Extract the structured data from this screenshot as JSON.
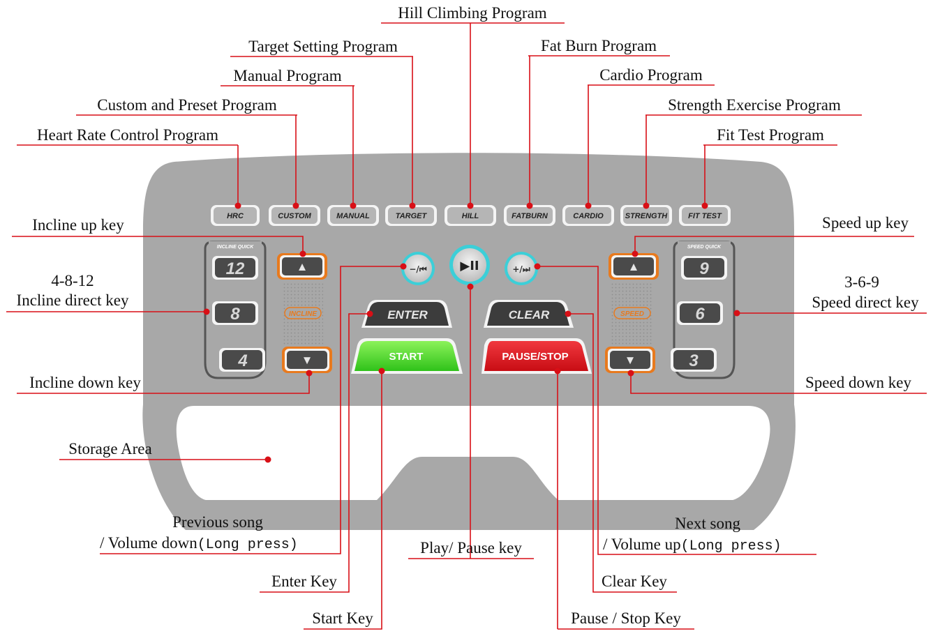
{
  "program_keys": [
    {
      "id": "hrc",
      "label": "HRC"
    },
    {
      "id": "custom",
      "label": "CUSTOM"
    },
    {
      "id": "manual",
      "label": "MANUAL"
    },
    {
      "id": "target",
      "label": "TARGET"
    },
    {
      "id": "hill",
      "label": "HILL"
    },
    {
      "id": "fatburn",
      "label": "FATBURN"
    },
    {
      "id": "cardio",
      "label": "CARDIO"
    },
    {
      "id": "strength",
      "label": "STRENGTH"
    },
    {
      "id": "fittest",
      "label": "FIT TEST"
    }
  ],
  "incline_quick": {
    "title": "INCLINE QUICK",
    "keys": [
      "12",
      "8",
      "4"
    ]
  },
  "speed_quick": {
    "title": "SPEED QUICK",
    "keys": [
      "9",
      "6",
      "3"
    ]
  },
  "incline_label": "INCLINE",
  "speed_label": "SPEED",
  "keys": {
    "up_glyph": "▲",
    "down_glyph": "▼",
    "volume_down": "−/⏮",
    "play_pause": "▶II",
    "volume_up": "+/⏭",
    "enter": "ENTER",
    "clear": "CLEAR",
    "start": "START",
    "pause_stop": "PAUSE/STOP"
  },
  "callouts": {
    "hill": "Hill Climbing Program",
    "target": "Target Setting Program",
    "fatburn": "Fat Burn Program",
    "manual": "Manual Program",
    "cardio": "Cardio Program",
    "custom": "Custom and Preset Program",
    "strength": "Strength Exercise Program",
    "hrc": "Heart Rate Control Program",
    "fittest": "Fit Test Program",
    "incline_up": "Incline up key",
    "speed_up": "Speed  up  key",
    "incline_direct_1": "4-8-12",
    "incline_direct_2": "Incline direct key",
    "speed_direct_1": "3-6-9",
    "speed_direct_2": "Speed direct key",
    "incline_down": "Incline down key",
    "speed_down": "Speed  down  key",
    "storage": "Storage Area",
    "prev_song_1": "Previous song",
    "prev_song_2": "/ Volume down",
    "prev_song_3": "(Long press)",
    "play_pause": "Play/ Pause key",
    "next_song_1": "Next song",
    "next_song_2": "/ Volume up",
    "next_song_3": "(Long press)",
    "enter": "Enter Key",
    "clear": "Clear Key",
    "start": "Start Key",
    "pause_stop": "Pause / Stop Key"
  }
}
